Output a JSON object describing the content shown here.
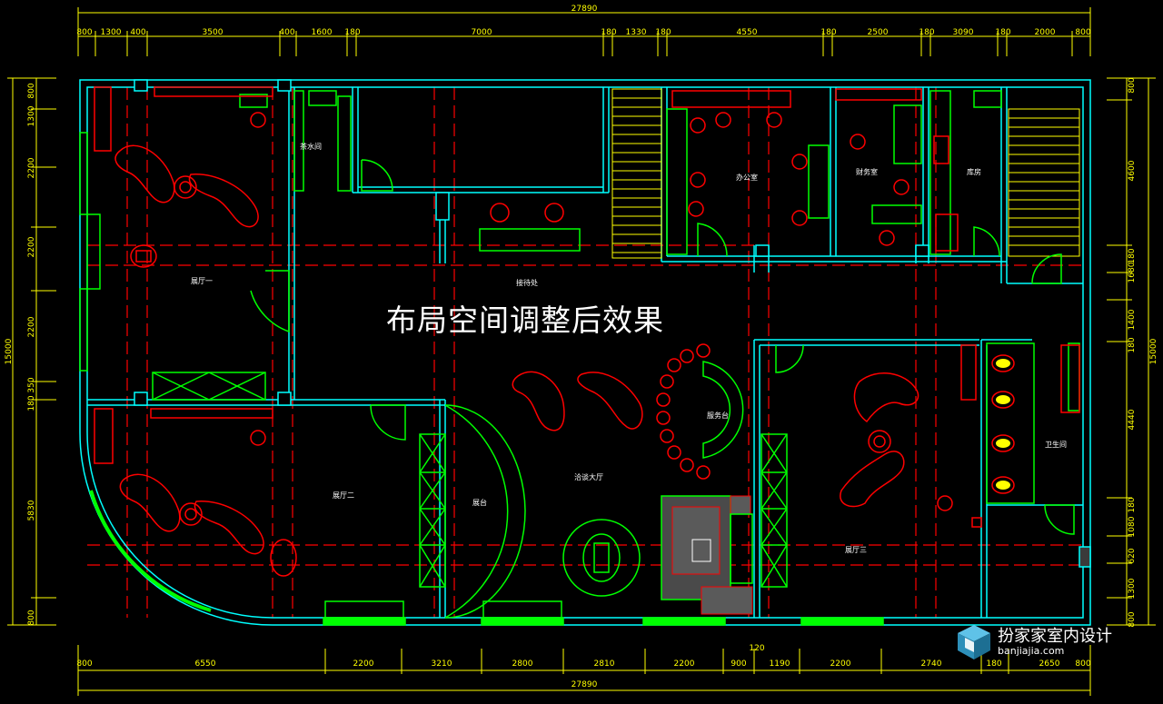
{
  "caption": "布局空间调整后效果",
  "brand": {
    "name": "扮家家室内设计",
    "url": "banjiajia.com"
  },
  "dimensions": {
    "total_width": "27890",
    "total_height": "15000",
    "top_segments": [
      "800",
      "1300",
      "400",
      "3500",
      "400",
      "1600",
      "180",
      "7000",
      "180",
      "1330",
      "180",
      "4550",
      "180",
      "2500",
      "180",
      "3090",
      "180",
      "2000",
      "800"
    ],
    "bottom_segments": [
      "800",
      "6550",
      "2200",
      "3210",
      "2800",
      "2810",
      "2200",
      "900",
      "120",
      "1190",
      "2200",
      "2740",
      "180",
      "2650",
      "800"
    ],
    "left_segments": [
      "800",
      "1300",
      "2200",
      "2200",
      "2200",
      "350",
      "180",
      "5830",
      "800"
    ],
    "right_segments": [
      "800",
      "4600",
      "180",
      "1680",
      "1400",
      "180",
      "4440",
      "180",
      "1080",
      "620",
      "1300",
      "800"
    ]
  },
  "rooms": [
    "展厅一",
    "展厅二",
    "展厅三",
    "洽谈大厅",
    "接待处",
    "茶水间",
    "办公室",
    "财务室",
    "库房",
    "卫生间",
    "展台",
    "服务台"
  ],
  "colors": {
    "background": "#000000",
    "wall": "#00ffff",
    "furniture": "#ff0000",
    "fixtures": "#00ff00",
    "dimension": "#ffff00",
    "text": "#ffffff"
  }
}
